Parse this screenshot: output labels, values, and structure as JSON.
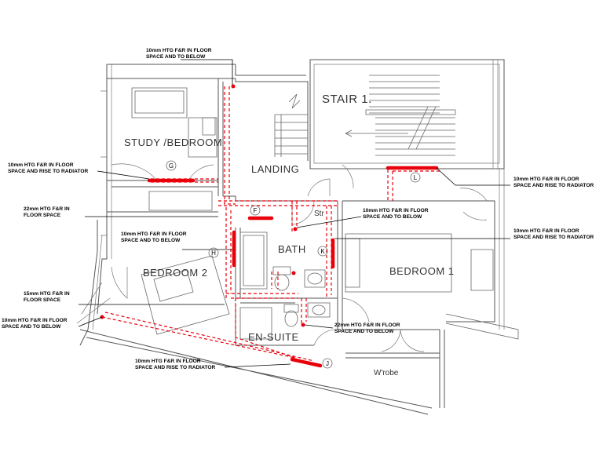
{
  "rooms": {
    "stair": "STAIR 1.",
    "study": "STUDY /BEDROOM",
    "landing": "LANDING",
    "bath": "BATH",
    "bedroom1": "BEDROOM 1",
    "bedroom2": "BEDROOM 2",
    "ensuite": "EN-SUITE",
    "store": "Str",
    "wrobe": "W'robe"
  },
  "tags": {
    "g": "G",
    "l": "L",
    "f": "F",
    "k": "K",
    "h": "H",
    "j": "J"
  },
  "notes": {
    "n1": [
      "10mm HTG F&R IN FLOOR",
      "SPACE AND TO BELOW"
    ],
    "n2": [
      "10mm HTG F&R IN FLOOR",
      "SPACE AND RISE TO RADIATOR"
    ],
    "n3": [
      "22mm HTG F&R IN",
      "FLOOR SPACE"
    ],
    "n4": [
      "10mm HTG F&R IN FLOOR",
      "SPACE AND TO BELOW"
    ],
    "n5": [
      "15mm HTG F&R IN",
      "FLOOR SPACE"
    ],
    "n6": [
      "10mm HTG F&R IN FLOOR",
      "SPACE AND TO BELOW"
    ],
    "n7": [
      "10mm HTG F&R IN FLOOR",
      "SPACE AND RISE TO RADIATOR"
    ],
    "n8": [
      "10mm HTG F&R IN FLOOR",
      "SPACE AND RISE TO RADIATOR"
    ],
    "n9": [
      "10mm HTG F&R IN FLOOR",
      "SPACE AND TO BELOW"
    ],
    "n10": [
      "10mm HTG F&R IN FLOOR",
      "SPACE AND RISE TO RADIATOR"
    ],
    "n11": [
      "22mm HTG F&R IN FLOOR",
      "SPACE AND TO BELOW"
    ]
  },
  "colors": {
    "pipework": "#e8000b",
    "walls": "#555555"
  }
}
